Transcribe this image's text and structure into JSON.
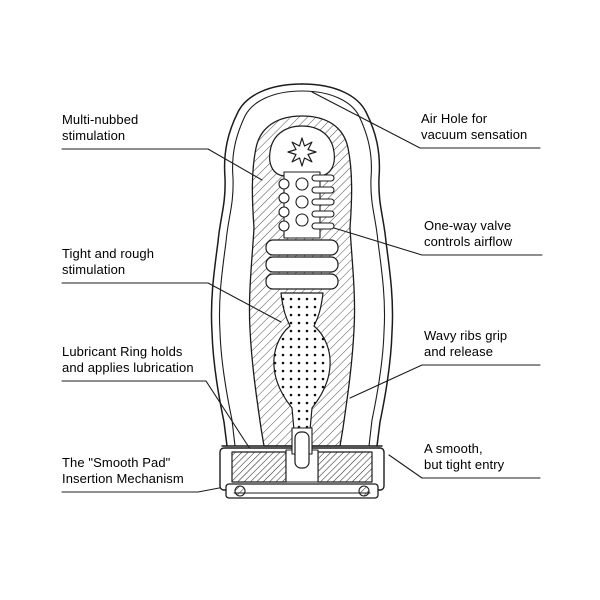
{
  "page": {
    "background": "#ffffff",
    "line_color": "#1c1c1c",
    "description": "Cutaway technical diagram of a cylindrical cup device with labeled internal features"
  },
  "labels": {
    "multi_nubbed": "Multi-nubbed\nstimulation",
    "tight_rough": "Tight and rough\nstimulation",
    "lubricant_ring": "Lubricant Ring holds\nand applies lubrication",
    "smooth_pad": "The \"Smooth Pad\"\nInsertion Mechanism",
    "air_hole": "Air Hole for\nvacuum sensation",
    "one_way_valve": "One-way valve\ncontrols airflow",
    "wavy_ribs": "Wavy ribs grip\nand release",
    "smooth_entry": "A smooth,\nbut tight entry"
  }
}
